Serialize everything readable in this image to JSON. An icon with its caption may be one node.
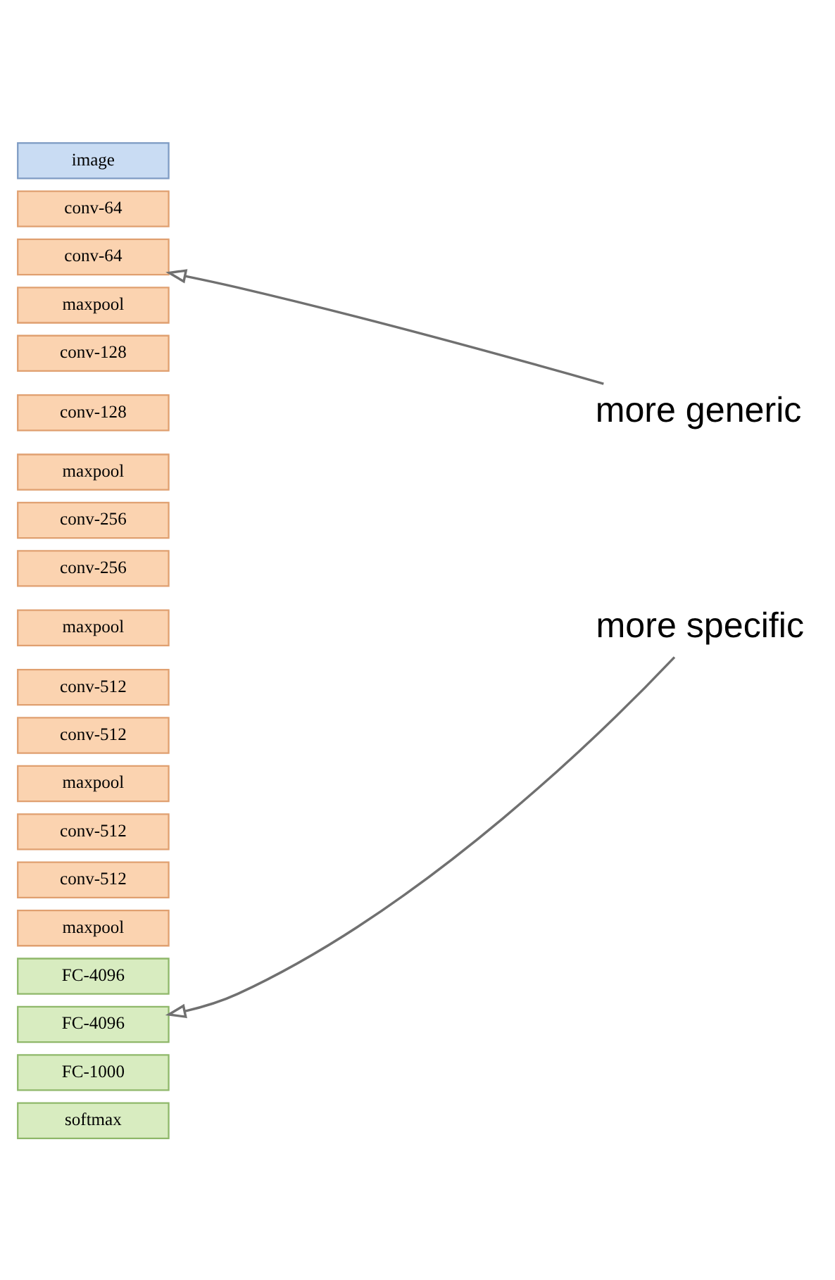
{
  "diagram": {
    "nodes": [
      {
        "text": [
          "image"
        ]
      },
      {
        "text": [
          "conv-64"
        ]
      },
      {
        "text": [
          "conv-64"
        ]
      },
      {
        "text": [
          "maxpool"
        ]
      },
      {
        "text": [
          "conv-128"
        ]
      },
      {
        "text": [
          "conv-128"
        ]
      },
      {
        "text": [
          "maxpool"
        ]
      },
      {
        "text": [
          "conv-256"
        ]
      },
      {
        "text": [
          "conv-256"
        ]
      },
      {
        "text": [
          "maxpool"
        ]
      },
      {
        "text": [
          "conv-512"
        ]
      },
      {
        "text": [
          "conv-512"
        ]
      },
      {
        "text": [
          "maxpool"
        ]
      },
      {
        "text": [
          "conv-512"
        ]
      },
      {
        "text": [
          "conv-512"
        ]
      },
      {
        "text": [
          "maxpool"
        ]
      },
      {
        "text": [
          "FC-4096"
        ]
      },
      {
        "text": [
          "FC-4096"
        ]
      },
      {
        "text": [
          "FC-1000"
        ]
      },
      {
        "text": [
          "softmax"
        ]
      },
      {
        "text": [
          "more generic"
        ]
      },
      {
        "text": [
          "more specific"
        ]
      }
    ],
    "edges": [
      {
        "from": 20,
        "to": 2,
        "arrow": "to"
      },
      {
        "from": 21,
        "to": 17,
        "arrow": "to"
      }
    ]
  }
}
